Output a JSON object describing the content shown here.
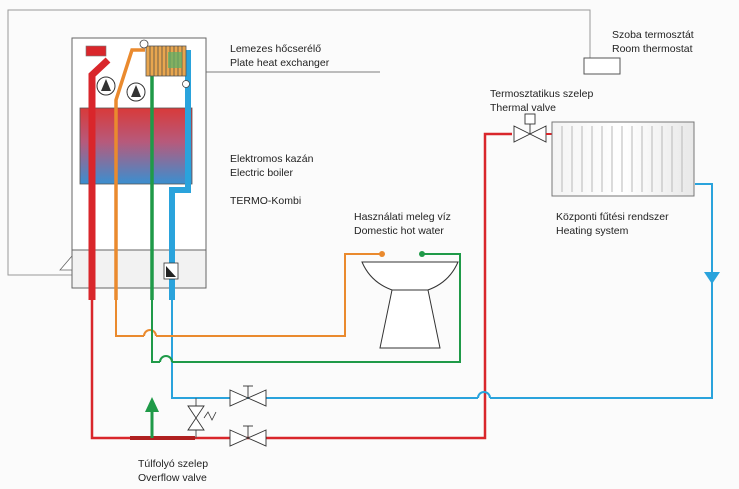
{
  "labels": {
    "heat_exchanger_hu": "Lemezes hőcserélő",
    "heat_exchanger_en": "Plate heat exchanger",
    "boiler_hu": "Elektromos kazán",
    "boiler_en": "Electric boiler",
    "model": "TERMO-Kombi",
    "thermostat_hu": "Szoba termosztát",
    "thermostat_en": "Room thermostat",
    "thermal_valve_hu": "Termosztatikus szelep",
    "thermal_valve_en": "Thermal valve",
    "hot_water_hu": "Használati meleg víz",
    "hot_water_en": "Domestic hot water",
    "heating_hu": "Központi fűtési rendszer",
    "heating_en": "Heating system",
    "overflow_hu": "Túlfolyó szelep",
    "overflow_en": "Overflow valve"
  },
  "colors": {
    "hot_pipe": "#d9262b",
    "cold_pipe": "#2aa3dc",
    "dhw_hot_pipe": "#ea8a2e",
    "dhw_cold_pipe": "#1f9a48",
    "control_wire": "#8a8a8a",
    "boiler_top": "#d93a3a",
    "boiler_bottom": "#3a8fd0"
  }
}
